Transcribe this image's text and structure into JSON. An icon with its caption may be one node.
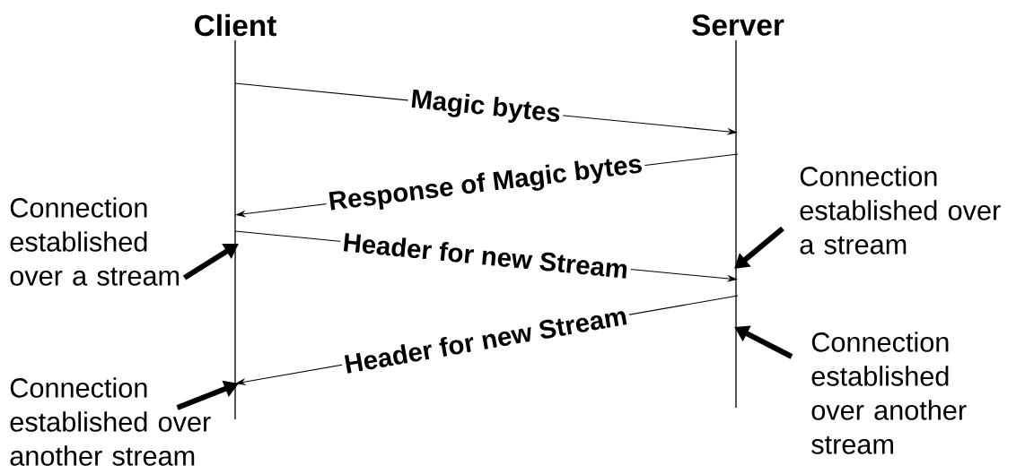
{
  "diagram": {
    "nodes": [
      {
        "text": [
          "Client"
        ]
      },
      {
        "text": [
          "Server"
        ]
      },
      {
        "text": [
          "Connection established over a stream"
        ]
      },
      {
        "text": [
          "Connection established over a stream"
        ]
      },
      {
        "text": [
          "Connection established over another stream"
        ]
      },
      {
        "text": [
          "Connection established over another stream"
        ]
      }
    ],
    "edges": [
      {
        "from": 0,
        "to": 1,
        "arrow": "to",
        "label": "Magic bytes"
      },
      {
        "from": 1,
        "to": 0,
        "arrow": "to",
        "label": "Response of Magic bytes"
      },
      {
        "from": 0,
        "to": 1,
        "arrow": "to",
        "label": "Header for new Stream"
      },
      {
        "from": 1,
        "to": 0,
        "arrow": "to",
        "label": "Header for new Stream"
      },
      {
        "from": 2,
        "to": 0,
        "arrow": "to",
        "style": "thick"
      },
      {
        "from": 3,
        "to": 1,
        "arrow": "to",
        "style": "thick"
      },
      {
        "from": 4,
        "to": 1,
        "arrow": "to",
        "style": "thick"
      },
      {
        "from": 5,
        "to": 0,
        "arrow": "to",
        "style": "thick"
      }
    ]
  }
}
